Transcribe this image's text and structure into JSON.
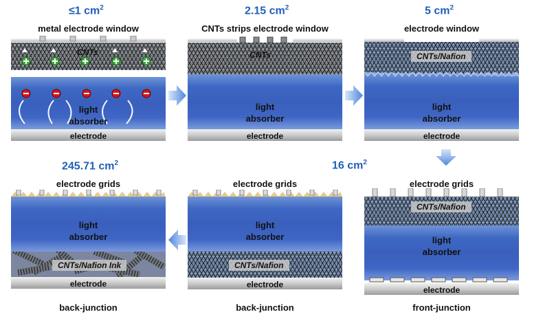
{
  "areas": {
    "a1": "≤1 cm",
    "a2": "2.15 cm",
    "a3": "5 cm",
    "a4": "16 cm",
    "a5": "245.71 cm",
    "exp": "2"
  },
  "panels": {
    "p1": {
      "top": "metal electrode window",
      "cnt": "CNTs",
      "absorber_line1": "light",
      "absorber_line2": "absorber",
      "electrode": "electrode"
    },
    "p2": {
      "top": "CNTs strips electrode window",
      "cnt": "CNTs",
      "absorber_line1": "light",
      "absorber_line2": "absorber",
      "electrode": "electrode"
    },
    "p3": {
      "top": "electrode window",
      "cnt": "CNTs/Nafion",
      "absorber_line1": "light",
      "absorber_line2": "absorber",
      "electrode": "electrode"
    },
    "p4": {
      "top": "electrode grids",
      "cnt": "CNTs/Nafion",
      "absorber_line1": "light",
      "absorber_line2": "absorber",
      "electrode": "electrode",
      "bottom": "front-junction"
    },
    "p5": {
      "top": "electrode grids",
      "cnt": "CNTs/Nafion",
      "absorber_line1": "light",
      "absorber_line2": "absorber",
      "electrode": "electrode",
      "bottom": "back-junction"
    },
    "p6": {
      "top": "electrode grids",
      "cnt": "CNTs/Nafion Ink",
      "absorber_line1": "light",
      "absorber_line2": "absorber",
      "electrode": "electrode",
      "bottom": "back-junction"
    }
  },
  "colors": {
    "area_text": "#1f5fb8",
    "absorber": "#3a5fbd",
    "arrow": "#5b8fdf",
    "hole": "#3ea83e",
    "electron": "#d01818"
  }
}
